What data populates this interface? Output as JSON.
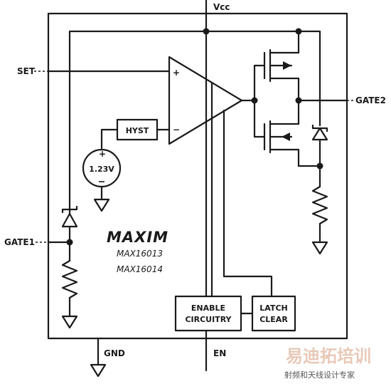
{
  "pins": {
    "vcc": "Vcc",
    "set": "SET",
    "gate1": "GATE1",
    "gate2": "GATE2",
    "gnd": "GND",
    "en": "EN"
  },
  "blocks": {
    "hyst": "HYST",
    "reference": "1.23V",
    "enable_line1": "ENABLE",
    "enable_line2": "CIRCUITRY",
    "latch_line1": "LATCH",
    "latch_line2": "CLEAR"
  },
  "comparator": {
    "plus": "+",
    "minus": "−"
  },
  "branding": {
    "logo": "MAXIM",
    "part1": "MAX16013",
    "part2": "MAX16014"
  },
  "watermark": {
    "title": "易迪拓培训",
    "subtitle": "射频和天线设计专家"
  }
}
